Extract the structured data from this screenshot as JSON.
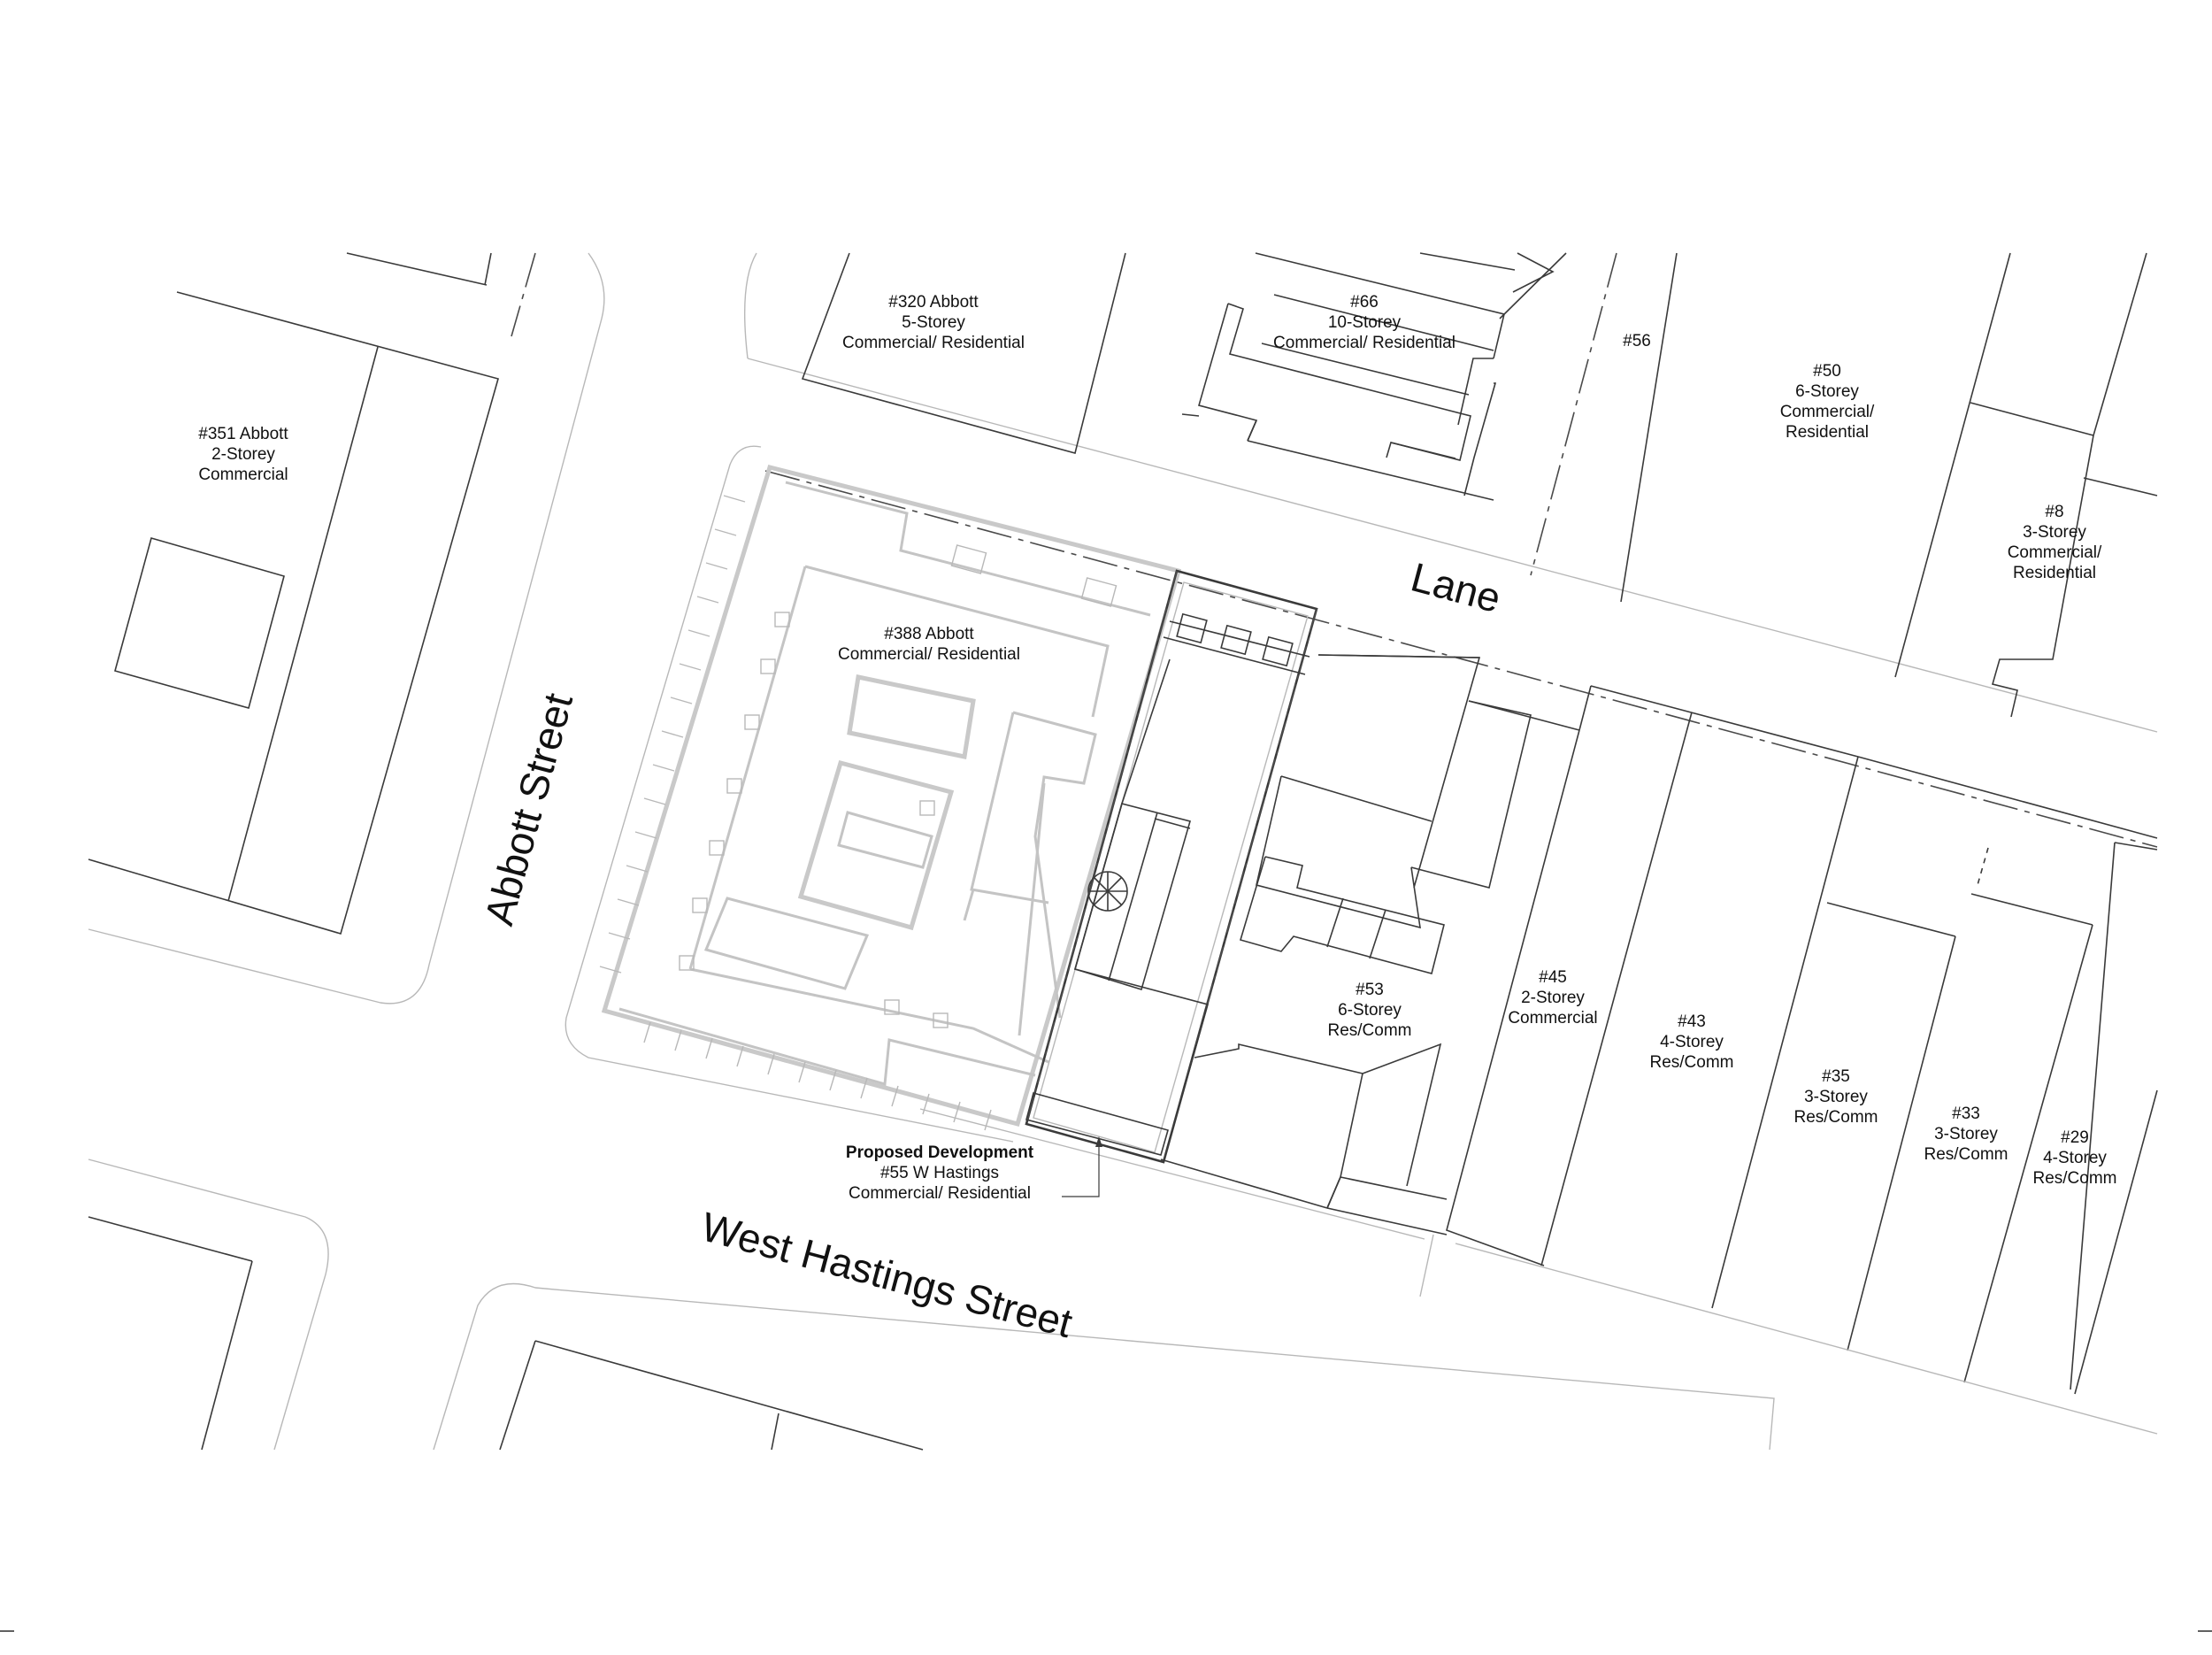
{
  "streets": {
    "abbott": "Abbott Street",
    "lane": "Lane",
    "west_hastings": "West Hastings Street"
  },
  "buildings": {
    "b351": {
      "number": "#351 Abbott",
      "storeys": "2-Storey",
      "use": "Commercial"
    },
    "b320": {
      "number": "#320 Abbott",
      "storeys": "5-Storey",
      "use": "Commercial/ Residential"
    },
    "b66": {
      "number": "#66",
      "storeys": "10-Storey",
      "use": "Commercial/ Residential"
    },
    "b56": {
      "number": "#56"
    },
    "b50": {
      "number": "#50",
      "storeys": "6-Storey",
      "use1": "Commercial/",
      "use2": "Residential"
    },
    "b8": {
      "number": "#8",
      "storeys": "3-Storey",
      "use1": "Commercial/",
      "use2": "Residential"
    },
    "b388": {
      "number": "#388 Abbott",
      "use": "Commercial/ Residential"
    },
    "b53": {
      "number": "#53",
      "storeys": "6-Storey",
      "use": "Res/Comm"
    },
    "b45": {
      "number": "#45",
      "storeys": "2-Storey",
      "use": "Commercial"
    },
    "b43": {
      "number": "#43",
      "storeys": "4-Storey",
      "use": "Res/Comm"
    },
    "b35": {
      "number": "#35",
      "storeys": "3-Storey",
      "use": "Res/Comm"
    },
    "b33": {
      "number": "#33",
      "storeys": "3-Storey",
      "use": "Res/Comm"
    },
    "b29": {
      "number": "#29",
      "storeys": "4-Storey",
      "use": "Res/Comm"
    }
  },
  "proposed": {
    "title": "Proposed Development",
    "address": "#55 W Hastings",
    "use": "Commercial/ Residential"
  }
}
